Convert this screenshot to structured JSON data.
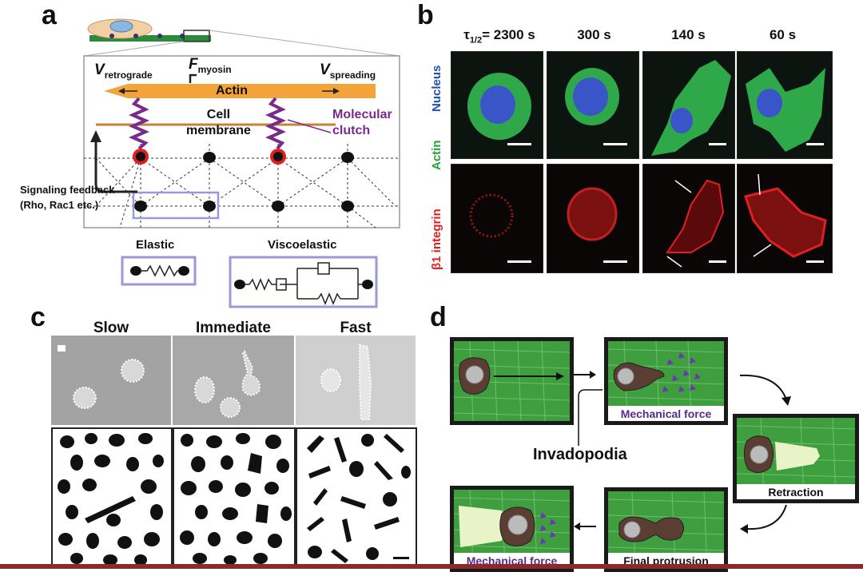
{
  "panels": {
    "a": {
      "letter": "a",
      "v_retrograde": "V",
      "v_retrograde_sub": "retrograde",
      "f_myosin": "F",
      "f_myosin_sub": "myosin",
      "v_spreading": "V",
      "v_spreading_sub": "spreading",
      "actin": "Actin",
      "cell_membrane_line1": "Cell",
      "cell_membrane_line2": "membrane",
      "molecular_clutch_line1": "Molecular",
      "molecular_clutch_line2": "clutch",
      "signaling_line1": "Signaling feedback",
      "signaling_line2": "(Rho, Rac1 etc.)",
      "elastic": "Elastic",
      "viscoelastic": "Viscoelastic"
    },
    "b": {
      "letter": "b",
      "tau_prefix": "τ",
      "tau_sub": "1/2",
      "tau_value": "= 2300 s",
      "columns": [
        "300 s",
        "140 s",
        "60 s"
      ],
      "row_labels": [
        "Nucleus",
        "Actin",
        "β1 integrin"
      ]
    },
    "c": {
      "letter": "c",
      "columns": [
        "Slow",
        "Immediate",
        "Fast"
      ]
    },
    "d": {
      "letter": "d",
      "mechanical_force_1": "Mechanical force",
      "invadopodia": "Invadopodia",
      "retraction": "Retraction",
      "final_protrusion": "Final protrusion",
      "mechanical_force_2": "Mechanical force"
    }
  },
  "colors": {
    "actin_bar": "#f2a33a",
    "clutch": "#7a2a8c",
    "membrane": "#c9803a",
    "box_border": "#9a9ad6",
    "nucleus_label": "#1f4fb8",
    "actin_label": "#23a33a",
    "integrin_label": "#e02020",
    "matrix_green": "#3f9f3f",
    "cell_brown": "#5a3d33",
    "mech_force_text": "#5a2a8a"
  }
}
